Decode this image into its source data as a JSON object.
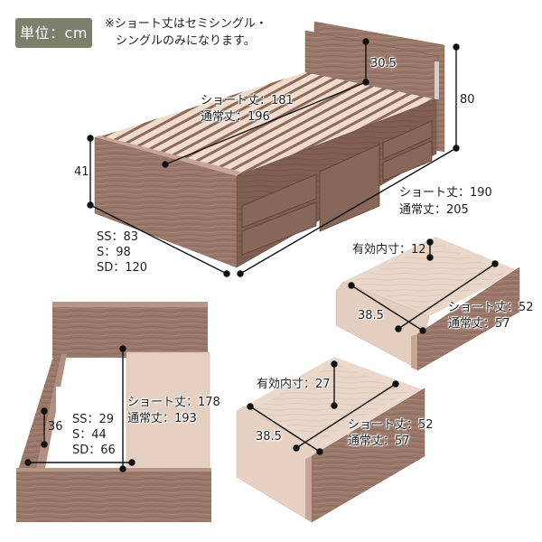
{
  "header": {
    "unit_badge": "単位：cm",
    "note_line1": "※ショート丈はセミシングル・",
    "note_line2": "シングルのみになります。"
  },
  "colors": {
    "badge_bg": "#7c7f6c",
    "wood_dark": "#8a6a5c",
    "wood_mid": "#a5857a",
    "wood_light": "#e6d3c4",
    "slat": "#f0d9c8",
    "drawer_interior": "#efe0d4",
    "dimension_line": "#111111"
  },
  "bed_overview": {
    "headboard_height": "30.5",
    "total_height": "80",
    "frame_height": "41",
    "inner_length": {
      "short": "ショート丈：181",
      "normal": "通常丈：196"
    },
    "outer_length": {
      "short": "ショート丈：190",
      "normal": "通常丈：205"
    },
    "widths": {
      "ss": "SS：83",
      "s": "S：98",
      "sd": "SD：120"
    }
  },
  "shallow_drawer": {
    "inner_depth": "有効内寸：12",
    "width": "38.5",
    "length": {
      "short": "ショート丈：52",
      "normal": "通常丈：57"
    }
  },
  "storage_top_view": {
    "side_depth": "36",
    "widths": {
      "ss": "SS：29",
      "s": "S：44",
      "sd": "SD：66"
    },
    "length": {
      "short": "ショート丈：178",
      "normal": "通常丈：193"
    }
  },
  "deep_drawer": {
    "inner_depth": "有効内寸：27",
    "width": "38.5",
    "length": {
      "short": "ショート丈：52",
      "normal": "通常丈：57"
    }
  }
}
